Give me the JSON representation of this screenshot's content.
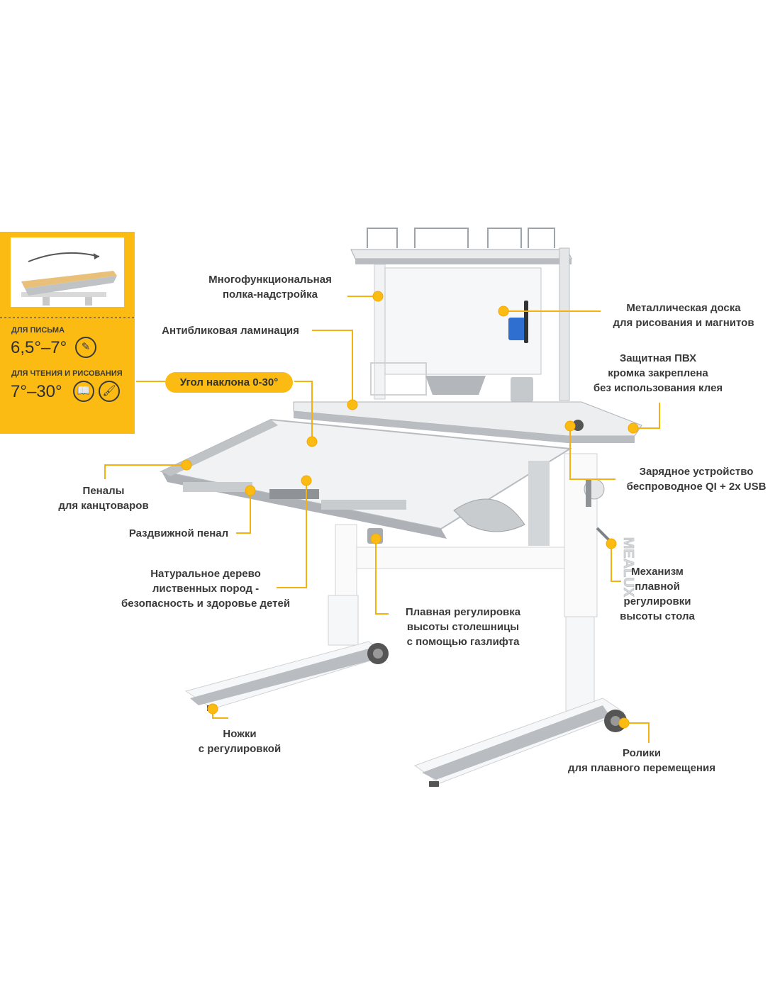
{
  "colors": {
    "accent": "#fbbb12",
    "leader": "#f5b20e",
    "desk_gray": "#b9bdc1",
    "text": "#3a3a3a"
  },
  "panel": {
    "writing_title": "ДЛЯ ПИСЬМА",
    "writing_value": "6,5°–7°",
    "writing_icon": "pen-icon",
    "reading_title": "ДЛЯ ЧТЕНИЯ И РИСОВАНИЯ",
    "reading_value": "7°–30°",
    "reading_icons": [
      "book-icon",
      "brush-icon"
    ]
  },
  "angle_label": "Угол наклона 0-30°",
  "brand": "MEALUX",
  "callouts": {
    "shelf": [
      "Многофункциональная",
      "полка-надстройка"
    ],
    "antiglare": [
      "Антибликовая ламинация"
    ],
    "board": [
      "Металлическая доска",
      "для рисования и магнитов"
    ],
    "edge": [
      "Защитная ПВХ",
      "кромка закреплена",
      "без использования клея"
    ],
    "charger": [
      "Зарядное устройство",
      "беспроводное QI + 2x USB"
    ],
    "pencil_cases": [
      "Пеналы",
      "для канцтоваров"
    ],
    "sliding_case": [
      "Раздвижной пенал"
    ],
    "wood": [
      "Натуральное дерево",
      "лиственных пород -",
      "безопасность и здоровье детей"
    ],
    "gaslift": [
      "Плавная регулировка",
      "высоты столешницы",
      "с помощью газлифта"
    ],
    "mechanism": [
      "Механизм",
      "плавной",
      "регулировки",
      "высоты стола"
    ],
    "legs": [
      "Ножки",
      "с регулировкой"
    ],
    "rollers": [
      "Ролики",
      "для плавного перемещения"
    ]
  }
}
